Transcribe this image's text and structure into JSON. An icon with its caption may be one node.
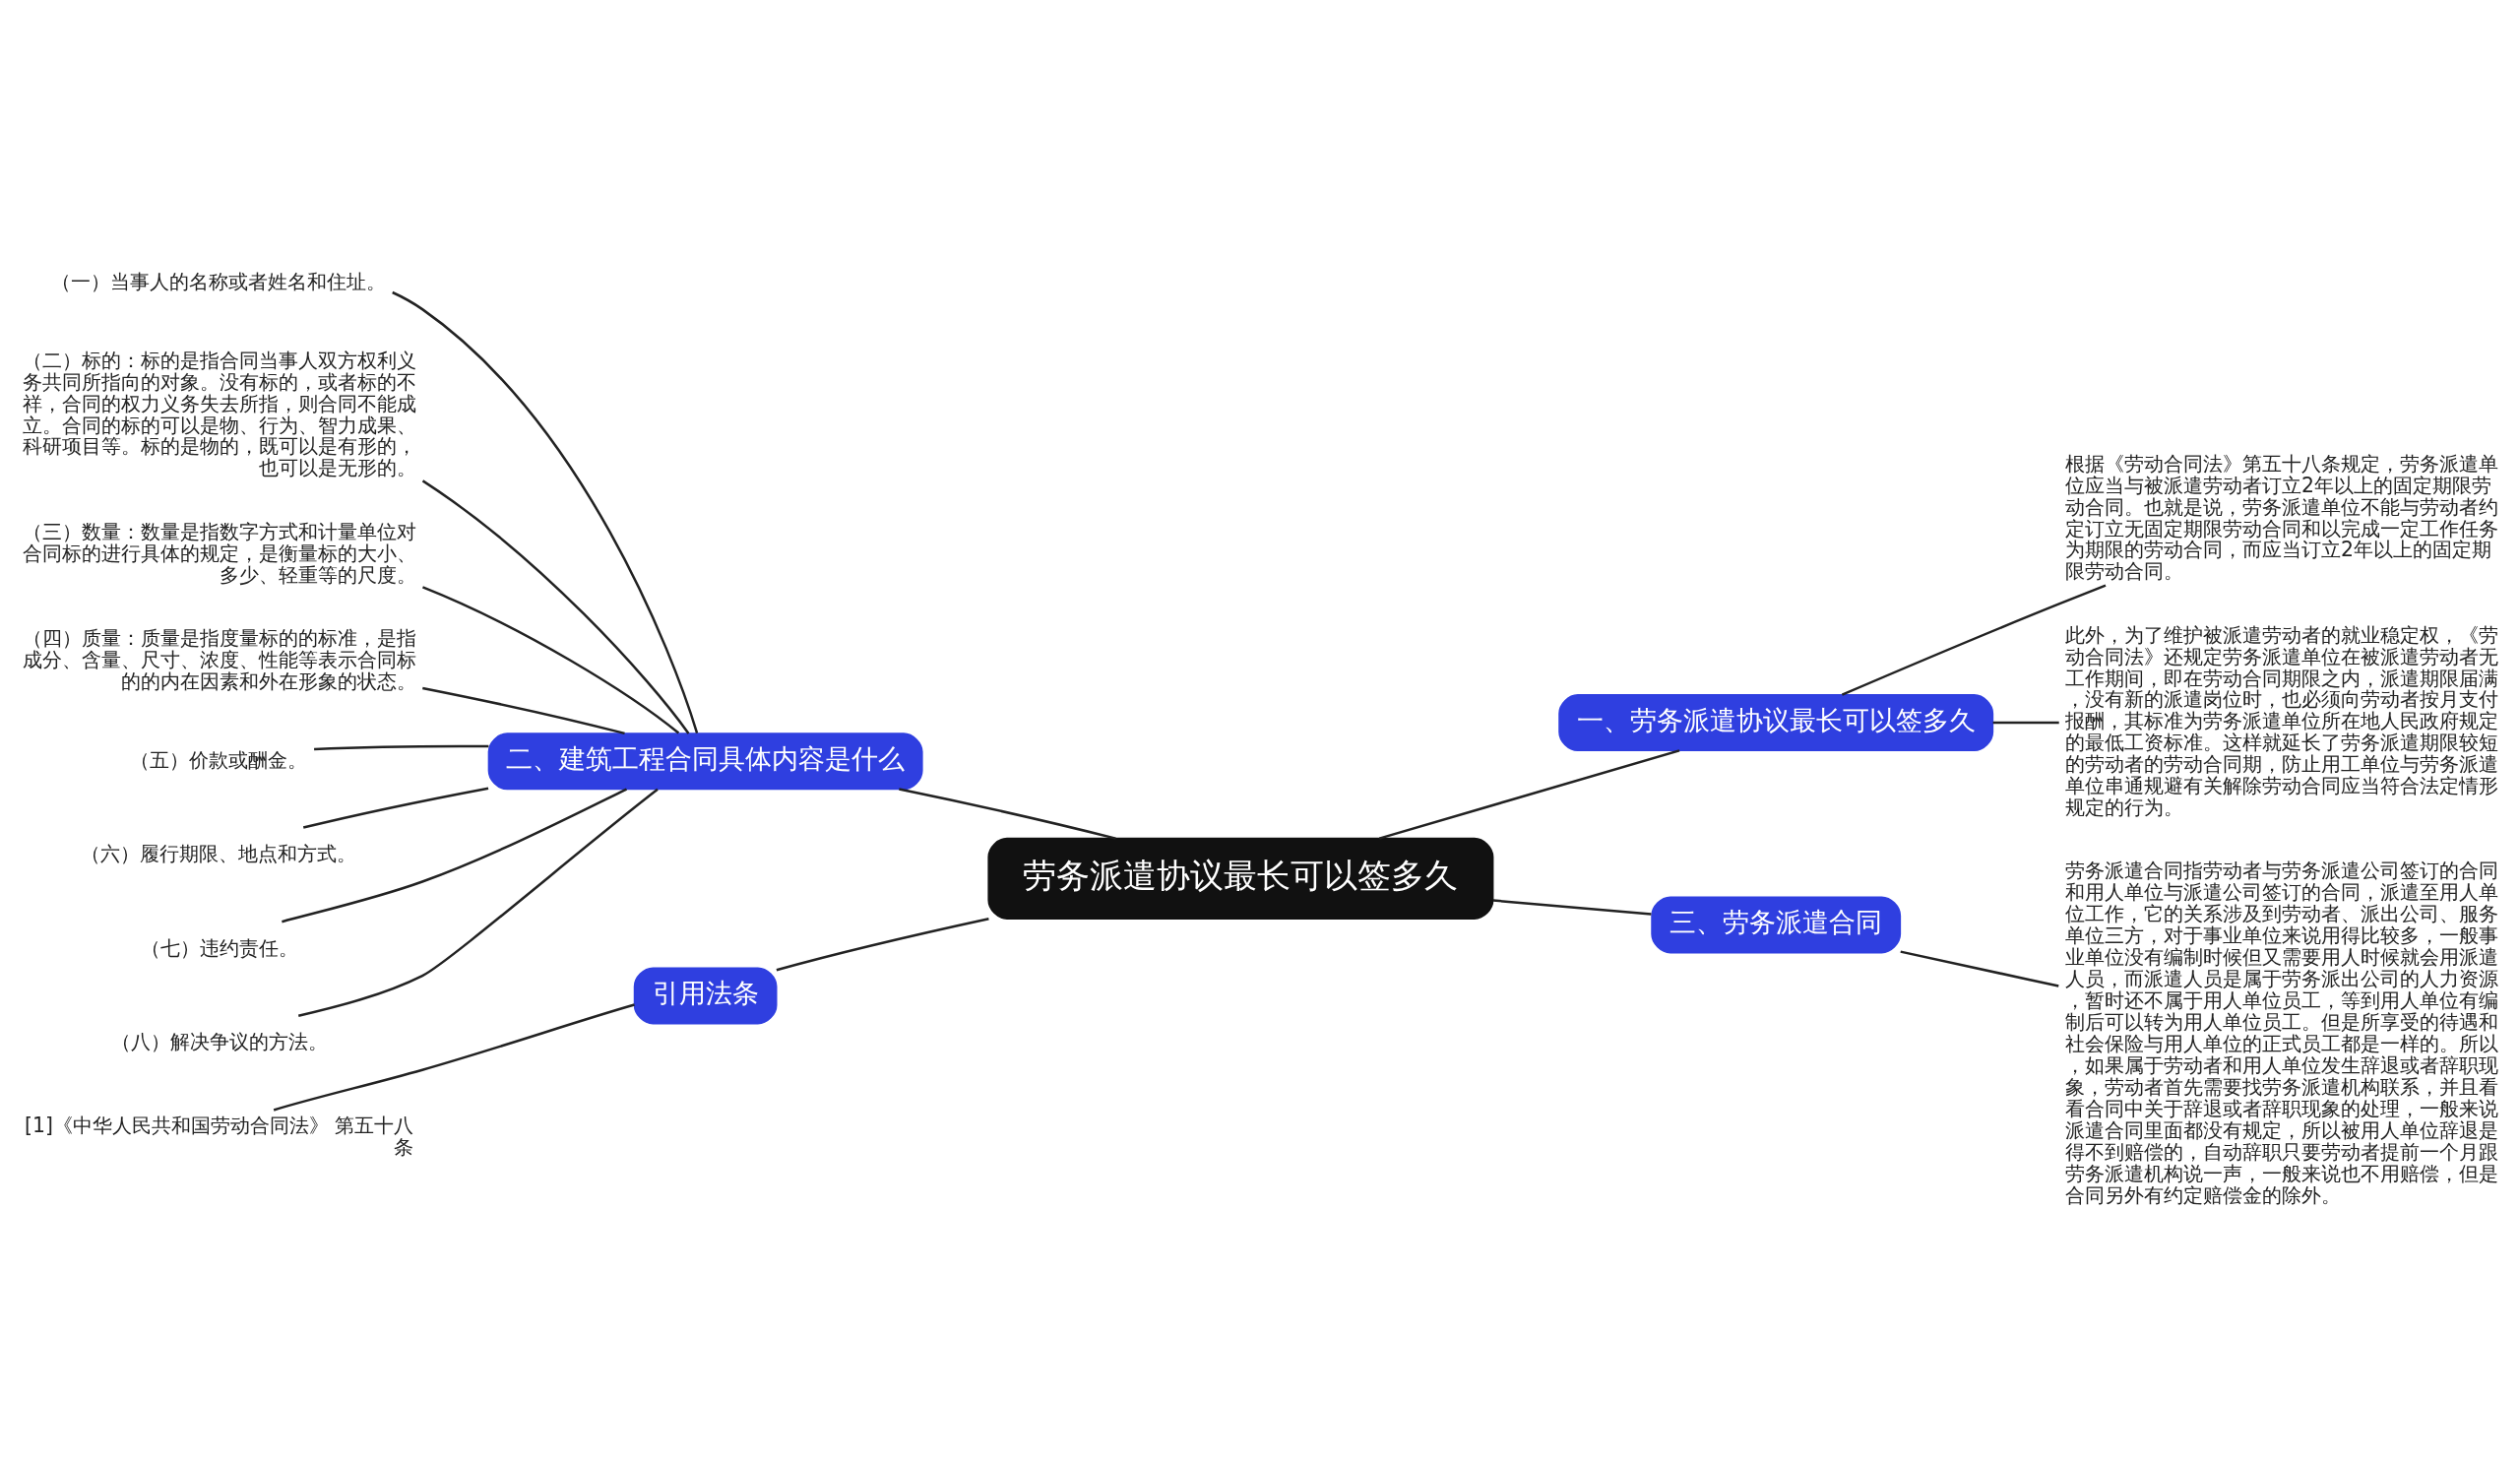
{
  "diagram": {
    "nodes": [
      {
        "text": [
          "劳务派遣协议最长可以签多久"
        ]
      },
      {
        "text": [
          "二、建筑工程合同具体内容是什么"
        ]
      },
      {
        "text": [
          "（一）当事人的名称或者姓名和住址。"
        ]
      },
      {
        "text": [
          "（二）标的：标的是指合同当事人双方权利义务共同所指向的对象。没有标的，或者标的不祥，合同的权力义务失去所指，则合同不能成立。合同的标的可以是物、行为、智力成果、科研项目等。标的是物的，既可以是有形的，也可以是无形的。"
        ]
      },
      {
        "text": [
          "（三）数量：数量是指数字方式和计量单位对合同标的进行具体的规定，是衡量标的大小、多少、轻重等的尺度。"
        ]
      },
      {
        "text": [
          "（四）质量：质量是指度量标的的标准，是指成分、含量、尺寸、浓度、性能等表示合同标的的内在因素和外在形象的状态。"
        ]
      },
      {
        "text": [
          "（五）价款或酬金。"
        ]
      },
      {
        "text": [
          "（六）履行期限、地点和方式。"
        ]
      },
      {
        "text": [
          "（七）违约责任。"
        ]
      },
      {
        "text": [
          "（八）解决争议的方法。"
        ]
      },
      {
        "text": [
          "引用法条"
        ]
      },
      {
        "text": [
          "[1]《中华人民共和国劳动合同法》 第五十八条"
        ]
      },
      {
        "text": [
          "一、劳务派遣协议最长可以签多久"
        ]
      },
      {
        "text": [
          "根据《劳动合同法》第五十八条规定，劳务派遣单位应当与被派遣劳动者订立2年以上的固定期限劳动合同。也就是说，劳务派遣单位不能与劳动者约定订立无固定期限劳动合同和以完成一定工作任务为期限的劳动合同，而应当订立2年以上的固定期限劳动合同。"
        ]
      },
      {
        "text": [
          "此外，为了维护被派遣劳动者的就业稳定权，《劳动合同法》还规定劳务派遣单位在被派遣劳动者无工作期间，即在劳动合同期限之内，派遣期限届满，没有新的派遣岗位时，也必须向劳动者按月支付报酬，其标准为劳务派遣单位所在地人民政府规定的最低工资标准。这样就延长了劳务派遣期限较短的劳动者的劳动合同期，防止用工单位与劳务派遣单位串通规避有关解除劳动合同应当符合法定情形规定的行为。"
        ]
      },
      {
        "text": [
          "三、劳务派遣合同"
        ]
      },
      {
        "text": [
          "劳务派遣合同指劳动者与劳务派遣公司签订的合同和用人单位与派遣公司签订的合同，派遣至用人单位工作，它的关系涉及到劳动者、派出公司、服务单位三方，对于事业单位来说用得比较多，一般事业单位没有编制时候但又需要用人时候就会用派遣人员，而派遣人员是属于劳务派出公司的人力资源，暂时还不属于用人单位员工，等到用人单位有编制后可以转为用人单位员工。但是所享受的待遇和社会保险与用人单位的正式员工都是一样的。所以，如果属于劳动者和用人单位发生辞退或者辞职现象，劳动者首先需要找劳务派遣机构联系，并且看看合同中关于辞退或者辞职现象的处理，一般来说派遣合同里面都没有规定，所以被用人单位辞退是得不到赔偿的，自动辞职只要劳动者提前一个月跟劳务派遣机构说一声，一般来说也不用赔偿，但是合同另外有约定赔偿金的除外。"
        ]
      }
    ],
    "edges": [
      {
        "from": 0,
        "to": 1,
        "arrow": "none"
      },
      {
        "from": 1,
        "to": 2,
        "arrow": "none"
      },
      {
        "from": 1,
        "to": 3,
        "arrow": "none"
      },
      {
        "from": 1,
        "to": 4,
        "arrow": "none"
      },
      {
        "from": 1,
        "to": 5,
        "arrow": "none"
      },
      {
        "from": 1,
        "to": 6,
        "arrow": "none"
      },
      {
        "from": 1,
        "to": 7,
        "arrow": "none"
      },
      {
        "from": 1,
        "to": 8,
        "arrow": "none"
      },
      {
        "from": 1,
        "to": 9,
        "arrow": "none"
      },
      {
        "from": 0,
        "to": 10,
        "arrow": "none"
      },
      {
        "from": 10,
        "to": 11,
        "arrow": "none"
      },
      {
        "from": 0,
        "to": 12,
        "arrow": "none"
      },
      {
        "from": 12,
        "to": 13,
        "arrow": "none"
      },
      {
        "from": 12,
        "to": 14,
        "arrow": "none"
      },
      {
        "from": 0,
        "to": 15,
        "arrow": "none"
      },
      {
        "from": 15,
        "to": 16,
        "arrow": "none"
      }
    ]
  }
}
